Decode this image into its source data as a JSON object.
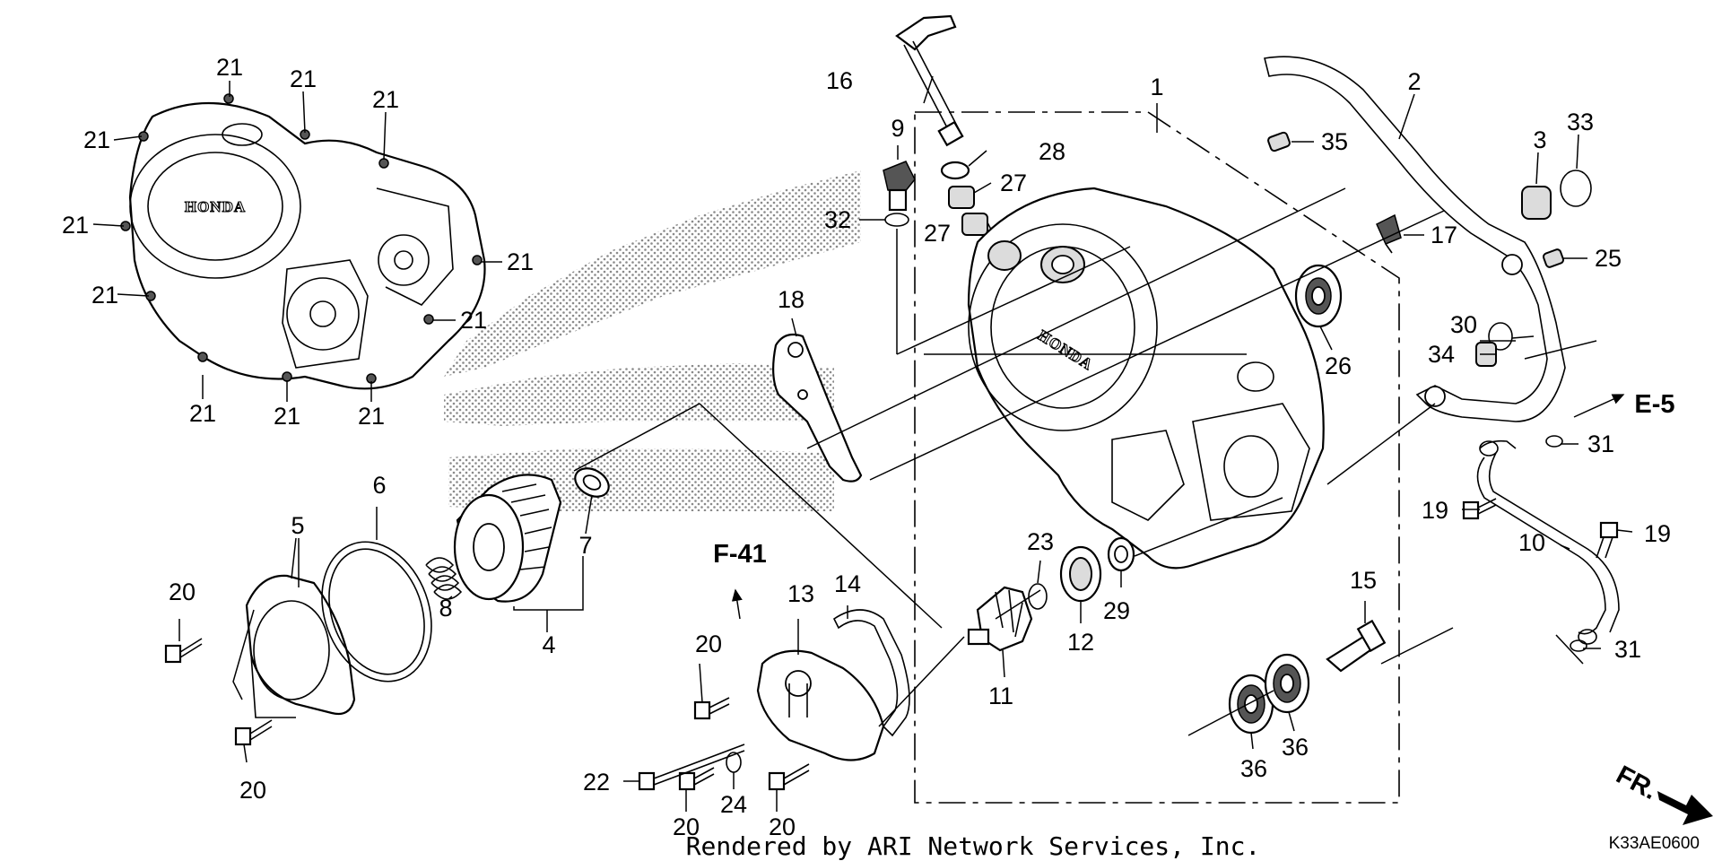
{
  "callouts": {
    "c1": "1",
    "c2": "2",
    "c3": "3",
    "c4": "4",
    "c5": "5",
    "c6": "6",
    "c7": "7",
    "c8": "8",
    "c9": "9",
    "c10": "10",
    "c11": "11",
    "c12": "12",
    "c13": "13",
    "c14": "14",
    "c15": "15",
    "c16": "16",
    "c17": "17",
    "c18": "18",
    "c19": "19",
    "c20": "20",
    "c21": "21",
    "c22": "22",
    "c23": "23",
    "c24": "24",
    "c25": "25",
    "c26": "26",
    "c27": "27",
    "c28": "28",
    "c29": "29",
    "c30": "30",
    "c31": "31",
    "c32": "32",
    "c33": "33",
    "c34": "34",
    "c35": "35",
    "c36": "36"
  },
  "references": {
    "f41": "F-41",
    "e5": "E-5",
    "fr": "FR."
  },
  "cover_brand": "HONDA",
  "credit": "Rendered by ARI Network Services, Inc.",
  "diagram_code": "K33AE0600"
}
